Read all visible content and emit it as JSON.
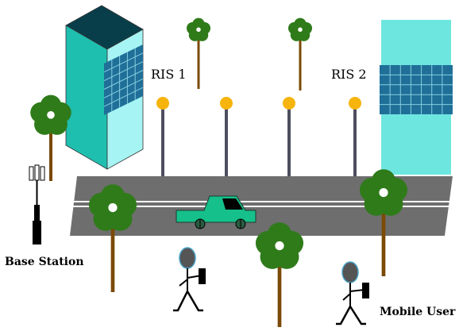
{
  "labels": {
    "ris1": "RIS 1",
    "ris2": "RIS 2",
    "base_station": "Base Station",
    "mobile_user": "Mobile User"
  },
  "colors": {
    "building_face": "#1fbfb0",
    "building_side": "#a6f4f4",
    "building_roof": "#083e4a",
    "ris_panel": "#1f6f98",
    "ris_grid": "#86cde0",
    "building2": "#6ee6e0",
    "road": "#6e6e6e",
    "road_line": "#ffffff",
    "tree_leaf": "#2f7b1a",
    "tree_trunk": "#7a4a06",
    "lamp_light": "#f6b40c",
    "lamp_pole": "#4e4e60",
    "car_body": "#16c08a",
    "person_head": "#555555",
    "person_outline": "#4aa3c8"
  },
  "icons": {
    "buildings": [
      "building-left",
      "building-right"
    ],
    "surfaces": [
      "ris-panel-1",
      "ris-panel-2"
    ],
    "vehicle": "car-icon",
    "antenna": "base-station-antenna-icon",
    "people": [
      "pedestrian-1-icon",
      "mobile-user-icon"
    ]
  }
}
